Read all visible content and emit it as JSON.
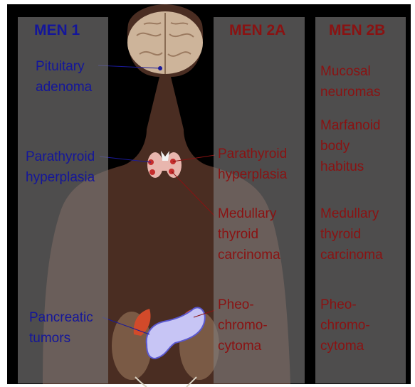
{
  "colors": {
    "background": "#000000",
    "column_overlay": "#7e7d7c",
    "men1_text": "#14169a",
    "men2_text": "#8a1212",
    "body_silhouette": "#4a2d22",
    "pancreas": "#c7c5f5",
    "adrenal": "#d24a2a"
  },
  "columns": [
    {
      "header": "MEN 1",
      "labels": [
        "Pituitary\nadenoma",
        "Parathyroid\nhyperplasia",
        "Pancreatic\ntumors"
      ]
    },
    {
      "header": "MEN 2A",
      "labels": [
        "Parathyroid\nhyperplasia",
        "Medullary\nthyroid\ncarcinoma",
        "Pheo-\nchromo-\ncytoma"
      ]
    },
    {
      "header": "MEN 2B",
      "labels": [
        "Mucosal\nneuromas",
        "Marfanoid\nbody\nhabitus",
        "Medullary\nthyroid\ncarcinoma",
        "Pheo-\nchromo-\ncytoma"
      ]
    }
  ]
}
